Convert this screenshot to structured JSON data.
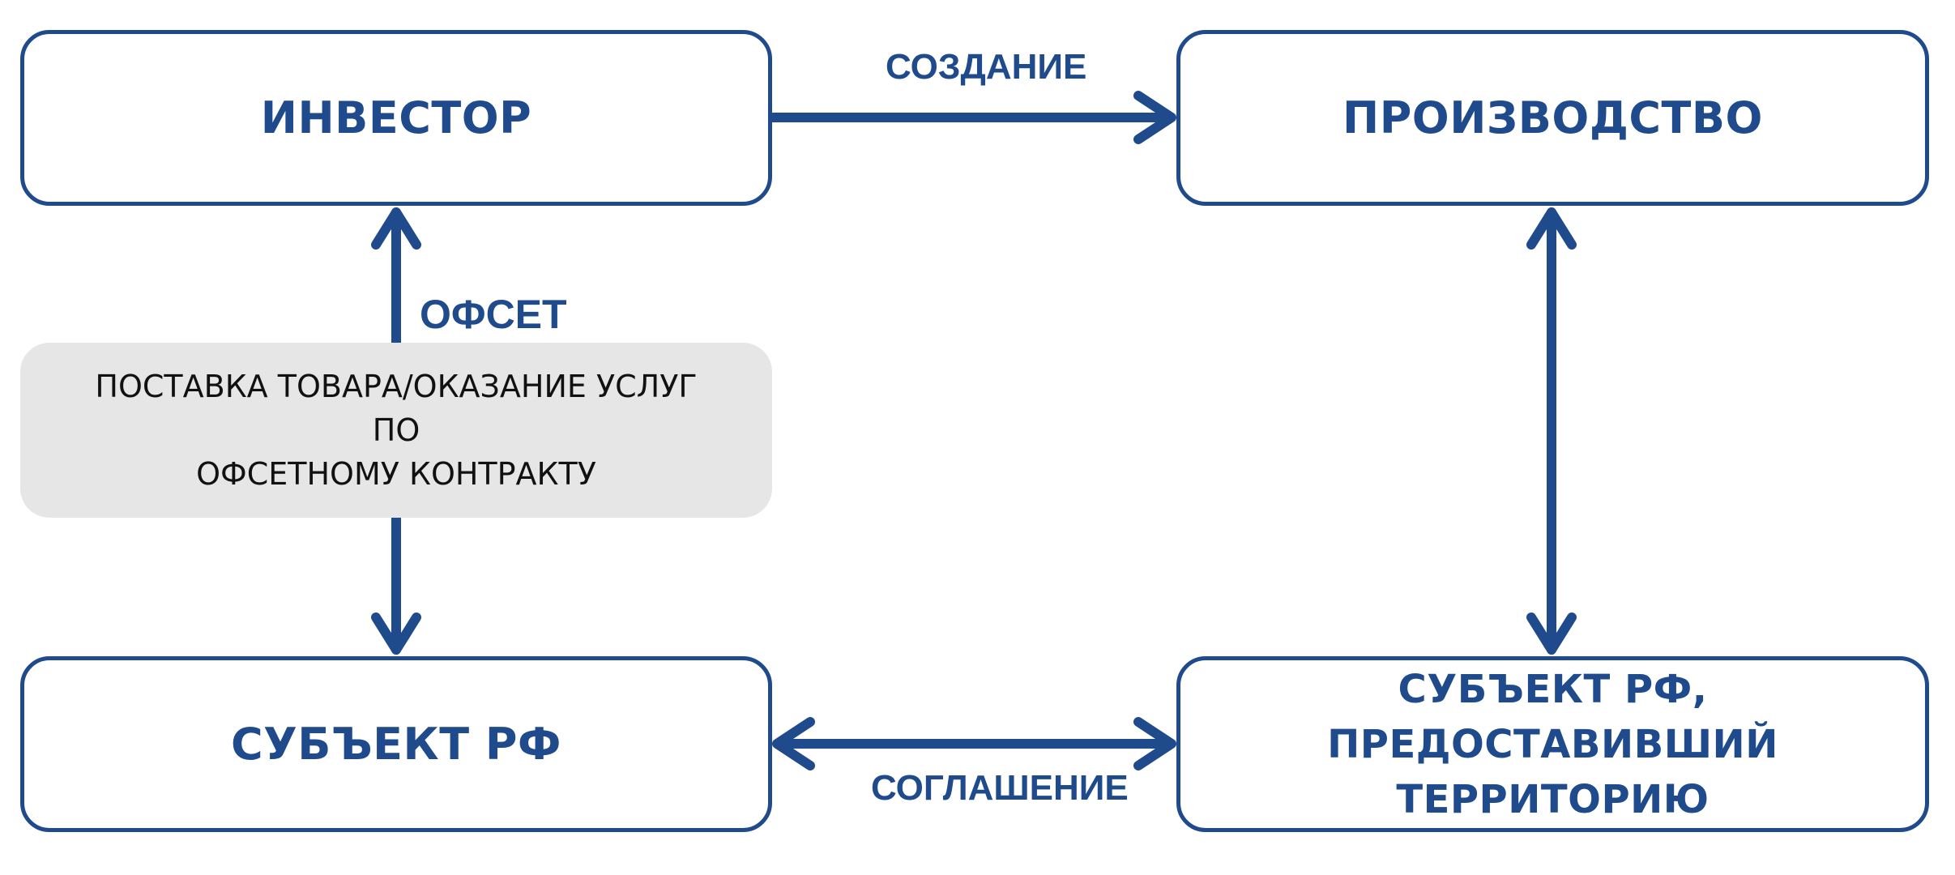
{
  "nodes": {
    "investor": "ИНВЕСТОР",
    "production": "ПРОИЗВОДСТВО",
    "subject": "СУБЪЕКТ РФ",
    "subject_territory_line1": "СУБЪЕКТ РФ, ПРЕДОСТАВИВШИЙ",
    "subject_territory_line2": "ТЕРРИТОРИЮ"
  },
  "note": {
    "line1": "ПОСТАВКА ТОВАРА/ОКАЗАНИЕ УСЛУГ ПО",
    "line2": "ОФСЕТНОМУ КОНТРАКТУ"
  },
  "edges": {
    "creation": "СОЗДАНИЕ",
    "offset": "ОФСЕТ",
    "agreement": "СОГЛАШЕНИЕ"
  },
  "colors": {
    "accent": "#1f4a8c",
    "note_background": "#e6e6e6"
  }
}
